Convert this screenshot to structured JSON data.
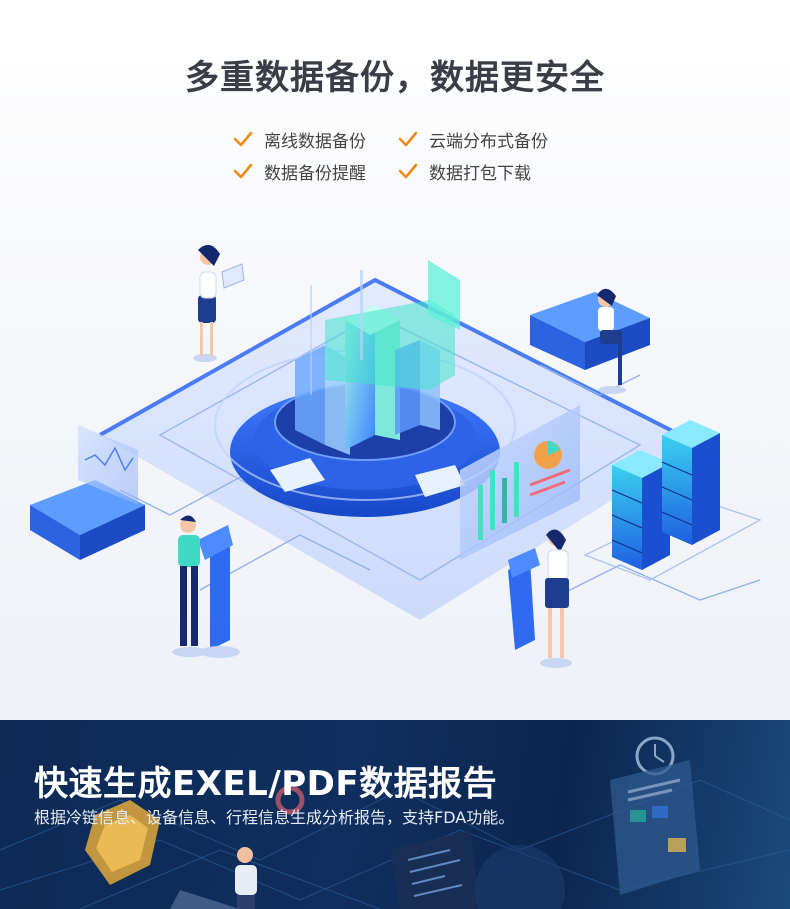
{
  "header": {
    "title": "多重数据备份，数据更安全"
  },
  "features": [
    {
      "label": "离线数据备份"
    },
    {
      "label": "云端分布式备份"
    },
    {
      "label": "数据备份提醒"
    },
    {
      "label": "数据打包下载"
    }
  ],
  "banner": {
    "title": "快速生成EXEL/PDF数据报告",
    "subtitle": "根据冷链信息、设备信息、行程信息生成分析报告，支持FDA功能。"
  },
  "colors": {
    "accent": "#f28a1a",
    "primary_blue": "#2f6bf0",
    "teal": "#3fe0c8",
    "banner_bg": "#0f2d5c"
  }
}
